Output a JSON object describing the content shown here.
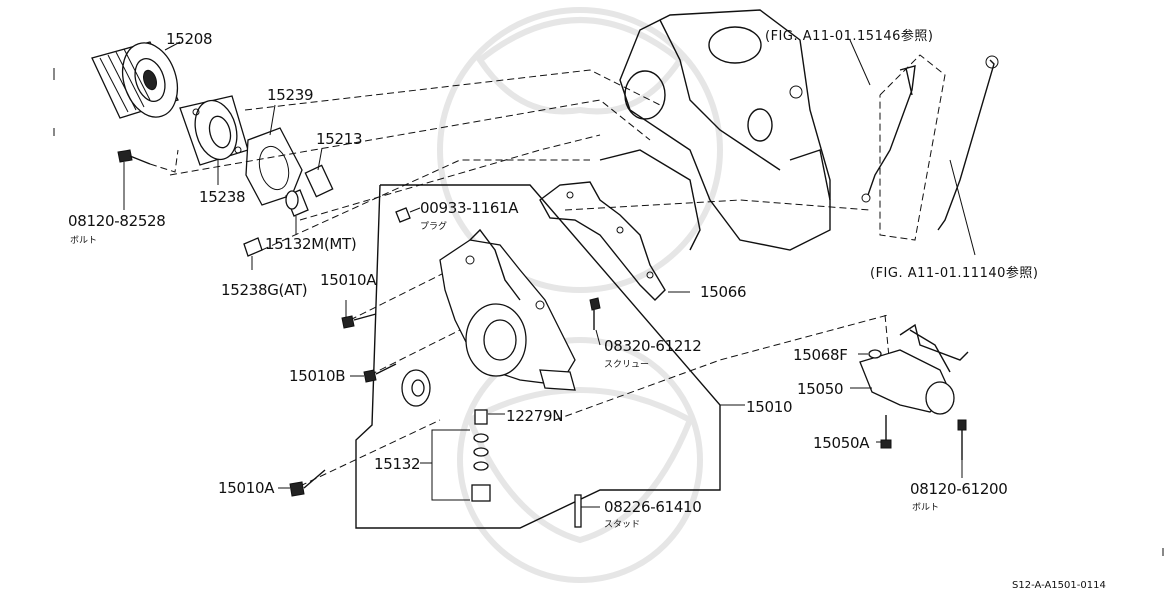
{
  "labels": {
    "p15208": "15208",
    "p15239": "15239",
    "p15213": "15213",
    "p15238": "15238",
    "p08120_82528": "08120-82528",
    "p08120_82528_sub": "ボルト",
    "p15132M": "15132M(MT)",
    "p15238G": "15238G(AT)",
    "p00933": "00933-1161A",
    "p00933_sub": "プラグ",
    "p15010A_top": "15010A",
    "p15010B": "15010B",
    "p15066": "15066",
    "p08320": "08320-61212",
    "p08320_sub": "スクリュー",
    "p12279N": "12279N",
    "p15010": "15010",
    "p15132": "15132",
    "p15010A_bottom": "15010A",
    "p08226": "08226-61410",
    "p08226_sub": "スタッド",
    "p15068F": "15068F",
    "p15050": "15050",
    "p15050A": "15050A",
    "p08120_61200": "08120-61200",
    "p08120_61200_sub": "ボルト"
  },
  "references": {
    "fig_top": "(FIG. A11-01.15146参照)",
    "fig_bottom": "(FIG. A11-01.11140参照)"
  },
  "diagram_code": "S12-A-A1501-0114",
  "colors": {
    "ink": "#111111",
    "background": "#ffffff",
    "watermark": "#e6e6e6"
  }
}
